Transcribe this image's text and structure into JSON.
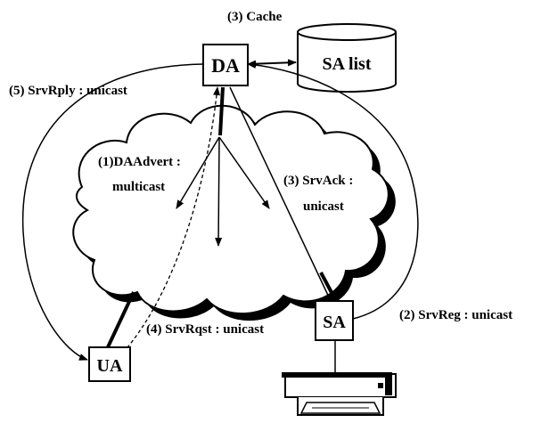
{
  "nodes": {
    "da": "DA",
    "sa": "SA",
    "ua": "UA",
    "sa_list": "SA list"
  },
  "labels": {
    "cache": "(3) Cache",
    "srvrply": "(5) SrvRply : unicast",
    "daadvert_line1": "(1)DAAdvert :",
    "daadvert_line2": "multicast",
    "srvack_line1": "(3) SrvAck :",
    "srvack_line2": "unicast",
    "srvreg": "(2) SrvReg : unicast",
    "srvrqst": "(4) SrvRqst : unicast"
  }
}
